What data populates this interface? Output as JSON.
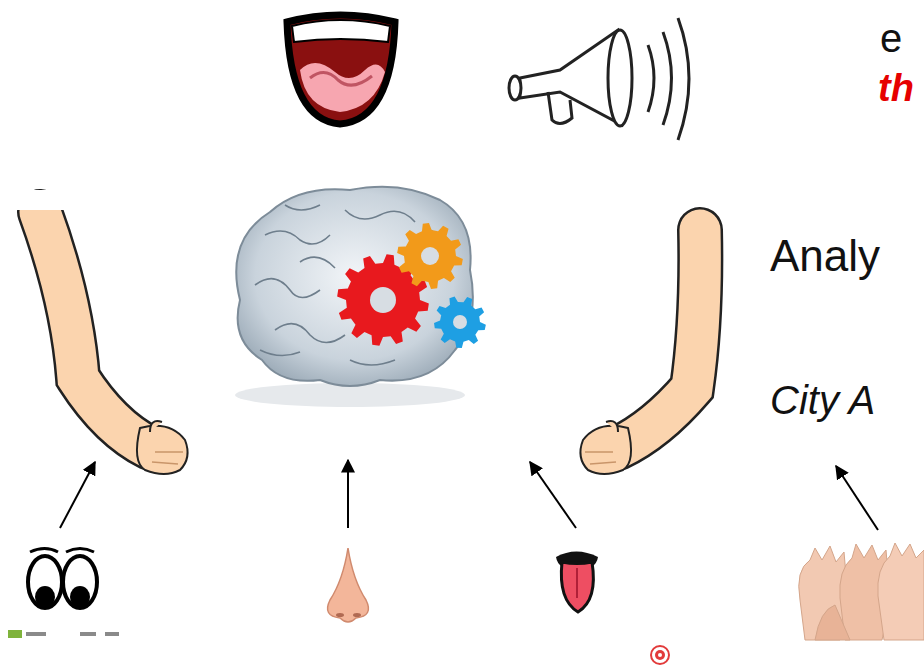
{
  "diagram": {
    "labels": [
      "e",
      "th",
      "Analy",
      "City A"
    ]
  }
}
